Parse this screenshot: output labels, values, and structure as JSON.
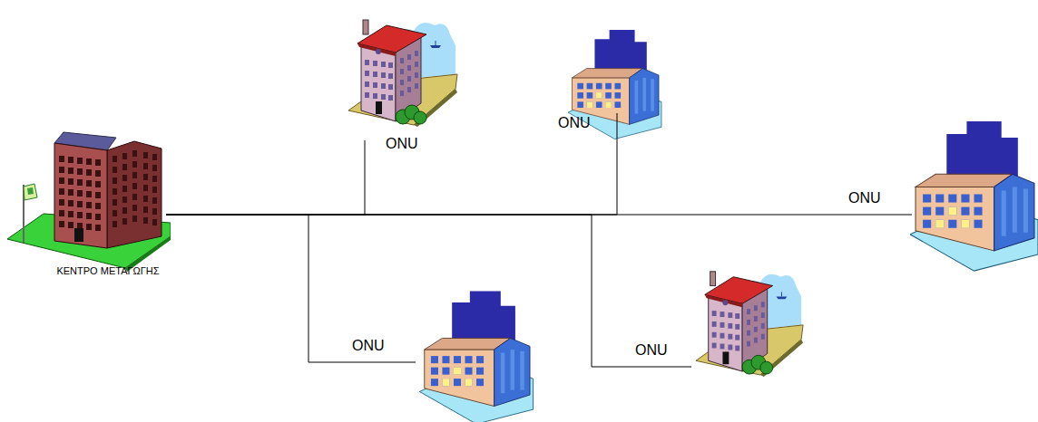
{
  "diagram": {
    "nodes": [
      {
        "text": [
          "ΚΕΝΤΡΟ ΜΕΤΑΓΩΓΗΣ"
        ]
      },
      {
        "text": [
          "ONU"
        ]
      },
      {
        "text": [
          "ONU"
        ]
      },
      {
        "text": [
          "ONU"
        ]
      },
      {
        "text": [
          "ONU"
        ]
      },
      {
        "text": [
          "ONU"
        ]
      }
    ],
    "edges": [
      {
        "from": 0,
        "to": 1,
        "arrow": "none"
      },
      {
        "from": 0,
        "to": 2,
        "arrow": "none"
      },
      {
        "from": 0,
        "to": 3,
        "arrow": "none"
      },
      {
        "from": 0,
        "to": 4,
        "arrow": "none"
      },
      {
        "from": 0,
        "to": 5,
        "arrow": "none"
      }
    ]
  }
}
